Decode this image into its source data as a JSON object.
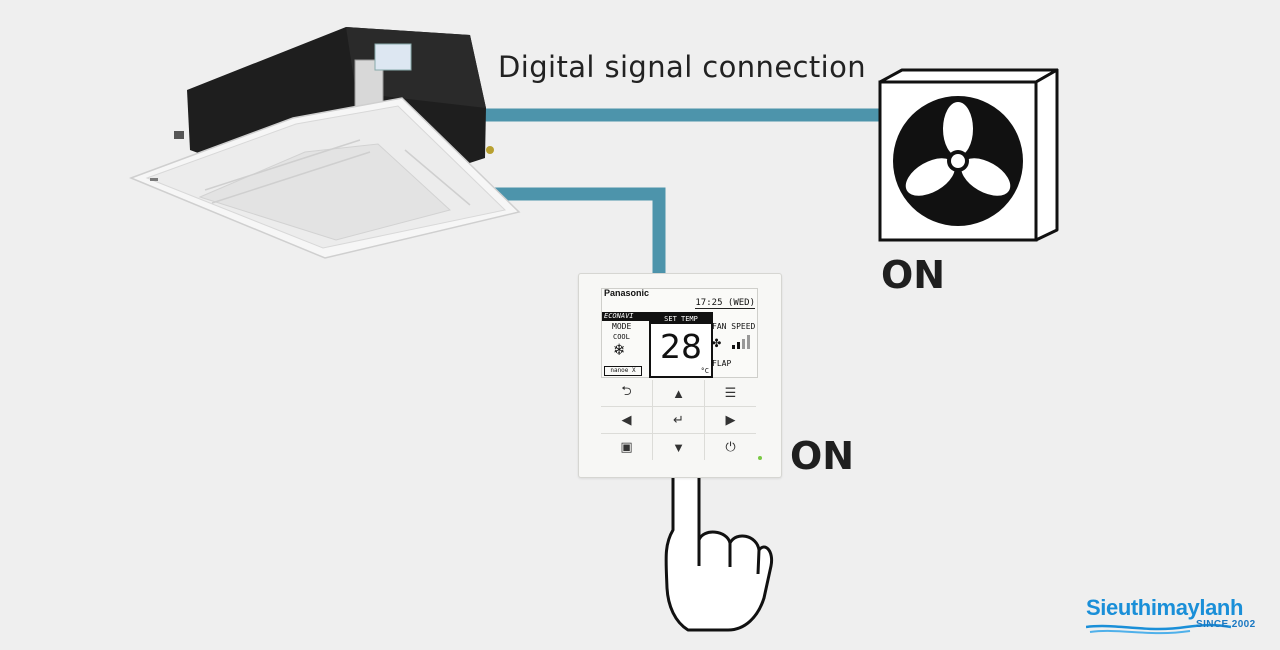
{
  "labels": {
    "connection": "Digital signal connection",
    "fan_status": "ON",
    "remote_status": "ON"
  },
  "remote": {
    "brand": "Panasonic",
    "clock": "17:25 (WED)",
    "econavi": "ECONAVI",
    "mode_label": "MODE",
    "mode_value": "COOL",
    "set_temp_label": "SET TEMP",
    "temperature": "28",
    "unit": "°C",
    "fan_speed_label": "FAN SPEED",
    "flap_label": "FLAP",
    "nanoe_label": "nanoe X"
  },
  "logo": {
    "name": "Sieuthimaylanh",
    "since": "SINCE 2002"
  },
  "colors": {
    "cable": "#4d94ab",
    "background": "#efefef",
    "logo_blue": "#1a8fd8"
  }
}
